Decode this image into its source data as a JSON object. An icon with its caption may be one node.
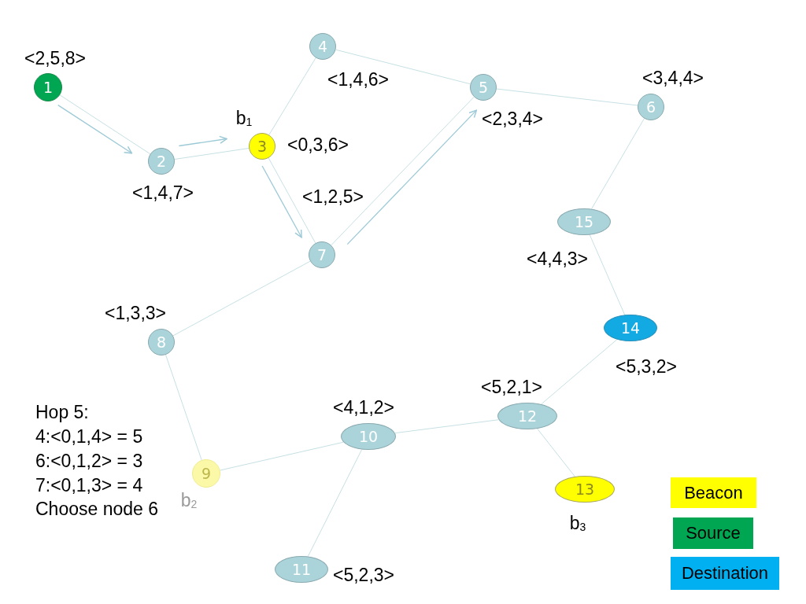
{
  "diagram": {
    "nodes": [
      {
        "text": [
          "1"
        ],
        "beside": [
          "<2,5,8>"
        ]
      },
      {
        "text": [
          "2"
        ],
        "beside": [
          "<1,4,7>"
        ]
      },
      {
        "text": [
          "3"
        ],
        "beside": [
          "b$_{1}$",
          "<0,3,6>"
        ]
      },
      {
        "text": [
          "4"
        ],
        "beside": [
          "<1,4,6>"
        ]
      },
      {
        "text": [
          "5"
        ],
        "beside": [
          "<2,3,4>"
        ]
      },
      {
        "text": [
          "6"
        ],
        "beside": [
          "<3,4,4>"
        ]
      },
      {
        "text": [
          "7"
        ],
        "beside": [
          "<1,2,5>"
        ]
      },
      {
        "text": [
          "8"
        ],
        "beside": [
          "<1,3,3>"
        ]
      },
      {
        "text": [
          "9"
        ],
        "beside": [
          "b$_{2}$"
        ]
      },
      {
        "text": [
          "10"
        ],
        "beside": [
          "<4,1,2>"
        ]
      },
      {
        "text": [
          "11"
        ],
        "beside": [
          "<5,2,3>"
        ]
      },
      {
        "text": [
          "12"
        ],
        "beside": [
          "<5,2,1>"
        ]
      },
      {
        "text": [
          "13"
        ],
        "beside": [
          "b$_{3}$"
        ]
      },
      {
        "text": [
          "14"
        ],
        "beside": [
          "<5,3,2>"
        ]
      },
      {
        "text": [
          "15"
        ],
        "beside": [
          "<4,4,3>"
        ]
      }
    ],
    "edges": [
      {
        "from": 0,
        "to": 1,
        "arrow": "none"
      },
      {
        "from": 1,
        "to": 2,
        "arrow": "none"
      },
      {
        "from": 2,
        "to": 3,
        "arrow": "none"
      },
      {
        "from": 2,
        "to": 6,
        "arrow": "none"
      },
      {
        "from": 3,
        "to": 4,
        "arrow": "none"
      },
      {
        "from": 4,
        "to": 5,
        "arrow": "none"
      },
      {
        "from": 4,
        "to": 6,
        "arrow": "none"
      },
      {
        "from": 6,
        "to": 7,
        "arrow": "none"
      },
      {
        "from": 7,
        "to": 8,
        "arrow": "none"
      },
      {
        "from": 8,
        "to": 9,
        "arrow": "none"
      },
      {
        "from": 9,
        "to": 10,
        "arrow": "none"
      },
      {
        "from": 9,
        "to": 11,
        "arrow": "none"
      },
      {
        "from": 11,
        "to": 12,
        "arrow": "none"
      },
      {
        "from": 11,
        "to": 13,
        "arrow": "none"
      },
      {
        "from": 5,
        "to": 14,
        "arrow": "none"
      },
      {
        "from": 14,
        "to": 13,
        "arrow": "none"
      },
      {
        "from": 0,
        "to": 1,
        "arrow": "to"
      },
      {
        "from": 1,
        "to": 2,
        "arrow": "to"
      },
      {
        "from": 2,
        "to": 6,
        "arrow": "to"
      },
      {
        "from": 6,
        "to": 4,
        "arrow": "to"
      }
    ],
    "labels": [
      "Hop 5:",
      "4:<0,1,4> = 5",
      "6:<0,1,2> = 3",
      "7:<0,1,3> = 4",
      "Choose node 6"
    ],
    "legend": [
      {
        "text": "Beacon",
        "color": "#ffff00"
      },
      {
        "text": "Source",
        "color": "#00a651"
      },
      {
        "text": "Destination",
        "color": "#00b0f0"
      }
    ]
  }
}
